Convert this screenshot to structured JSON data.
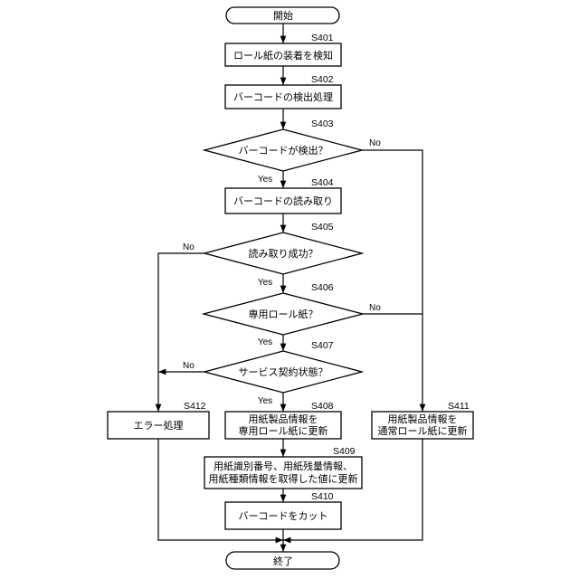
{
  "nodes": {
    "start": {
      "text": "開始"
    },
    "s401": {
      "step": "S401",
      "text": "ロール紙の装着を検知"
    },
    "s402": {
      "step": "S402",
      "text": "バーコードの検出処理"
    },
    "s403": {
      "step": "S403",
      "text": "バーコードが検出？",
      "yes": "Yes",
      "no": "No"
    },
    "s404": {
      "step": "S404",
      "text": "バーコードの読み取り"
    },
    "s405": {
      "step": "S405",
      "text": "読み取り成功？",
      "yes": "Yes",
      "no": "No"
    },
    "s406": {
      "step": "S406",
      "text": "専用ロール紙？",
      "yes": "Yes",
      "no": "No"
    },
    "s407": {
      "step": "S407",
      "text": "サービス契約状態？",
      "yes": "Yes",
      "no": "No"
    },
    "s408": {
      "step": "S408",
      "line1": "用紙製品情報を",
      "line2": "専用ロール紙に更新"
    },
    "s409": {
      "step": "S409",
      "line1": "用紙識別番号、用紙残量情報、",
      "line2": "用紙種類情報を取得した値に更新"
    },
    "s410": {
      "step": "S410",
      "text": "バーコードをカット"
    },
    "s411": {
      "step": "S411",
      "line1": "用紙製品情報を",
      "line2": "通常ロール紙に更新"
    },
    "s412": {
      "step": "S412",
      "text": "エラー処理"
    },
    "end": {
      "text": "終了"
    }
  }
}
